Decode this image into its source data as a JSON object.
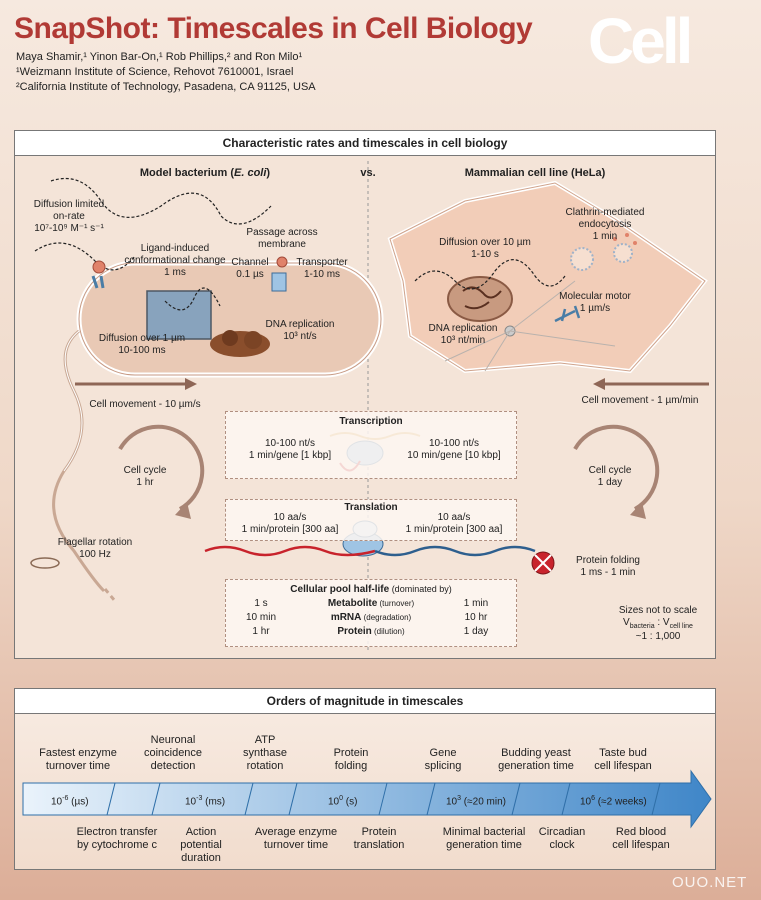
{
  "header": {
    "title": "SnapShot: Timescales in Cell Biology",
    "journal_logo": "Cell",
    "authors": "Maya Shamir,¹ Yinon Bar-On,¹ Rob Phillips,² and Ron Milo¹",
    "affil1": "¹Weizmann Institute of Science, Rehovot 7610001, Israel",
    "affil2": "²California Institute of Technology, Pasadena, CA 91125, USA"
  },
  "panel1": {
    "title": "Characteristic rates and timescales in cell biology",
    "left_heading": "Model bacterium (E. coli)",
    "vs": "vs.",
    "right_heading": "Mammalian cell line (HeLa)",
    "bacterium": {
      "diffusion_limited": [
        "Diffusion limited",
        "on-rate",
        "10⁷-10⁹ M⁻¹ s⁻¹"
      ],
      "ligand": [
        "Ligand-induced",
        "conformational change",
        "1 ms"
      ],
      "passage": [
        "Passage across",
        "membrane"
      ],
      "channel": [
        "Channel",
        "0.1 µs"
      ],
      "transporter": [
        "Transporter",
        "1-10 ms"
      ],
      "diffusion": [
        "Diffusion over 1 µm",
        "10-100 ms"
      ],
      "dna_replication": [
        "DNA replication",
        "10³ nt/s"
      ],
      "movement": "Cell movement - 10 µm/s",
      "cell_cycle": [
        "Cell cycle",
        "1 hr"
      ],
      "flagellar": [
        "Flagellar rotation",
        "100 Hz"
      ]
    },
    "hela": {
      "clathrin": [
        "Clathrin-mediated",
        "endocytosis",
        "1 min"
      ],
      "diffusion": [
        "Diffusion over 10 µm",
        "1-10 s"
      ],
      "motor": [
        "Molecular motor",
        "1 µm/s"
      ],
      "dna_replication": [
        "DNA replication",
        "10³ nt/min"
      ],
      "movement": "Cell movement - 1 µm/min",
      "cell_cycle": [
        "Cell cycle",
        "1 day"
      ]
    },
    "transcription": {
      "title": "Transcription",
      "left": [
        "10-100 nt/s",
        "1 min/gene [1 kbp]"
      ],
      "right": [
        "10-100 nt/s",
        "10 min/gene [10 kbp]"
      ]
    },
    "translation": {
      "title": "Translation",
      "left": [
        "10 aa/s",
        "1 min/protein [300 aa]"
      ],
      "right": [
        "10 aa/s",
        "1 min/protein [300 aa]"
      ]
    },
    "protein_folding": [
      "Protein folding",
      "1 ms - 1 min"
    ],
    "pool": {
      "title": "Cellular pool half-life",
      "title_note": " (dominated by)",
      "rows": [
        {
          "left": "1 s",
          "name": "Metabolite",
          "note": " (turnover)",
          "right": "1 min"
        },
        {
          "left": "10 min",
          "name": "mRNA",
          "note": " (degradation)",
          "right": "10 hr"
        },
        {
          "left": "1 hr",
          "name": "Protein",
          "note": " (dilution)",
          "right": "1 day"
        }
      ]
    },
    "scale_note": {
      "line1": "Sizes not to scale",
      "v": "V",
      "sub1": "bacteria",
      "colon": " : V",
      "sub2": "cell line",
      "ratio": "~1 : 1,000"
    }
  },
  "panel2": {
    "title": "Orders of magnitude in timescales",
    "top_events": [
      "Fastest enzyme\nturnover time",
      "Neuronal\ncoincidence\ndetection",
      "ATP\nsynthase\nrotation",
      "Protein\nfolding",
      "Gene\nsplicing",
      "Budding yeast\ngeneration time",
      "Taste bud\ncell lifespan"
    ],
    "bottom_events": [
      "Electron transfer\nby cytochrome c",
      "Action\npotential\nduration",
      "Average enzyme\nturnover time",
      "Protein\ntranslation",
      "Minimal bacterial\ngeneration time",
      "Circadian\nclock",
      "Red blood\ncell lifespan"
    ],
    "ticks": [
      {
        "base": "10",
        "exp": "-6",
        "note": " (µs)"
      },
      {
        "base": "10",
        "exp": "-3",
        "note": " (ms)"
      },
      {
        "base": "10",
        "exp": "0",
        "note": " (s)"
      },
      {
        "base": "10",
        "exp": "3",
        "note": " (≈20 min)"
      },
      {
        "base": "10",
        "exp": "6",
        "note": " (≈2 weeks)"
      }
    ]
  },
  "colors": {
    "title_red": "#b13a35",
    "membrane": "#e9c9b5",
    "arrow_blue": "#4a8fcf",
    "mRNA_red": "#c8232c",
    "protein_blue": "#2e5f8e"
  },
  "watermark": "OUO.NET"
}
